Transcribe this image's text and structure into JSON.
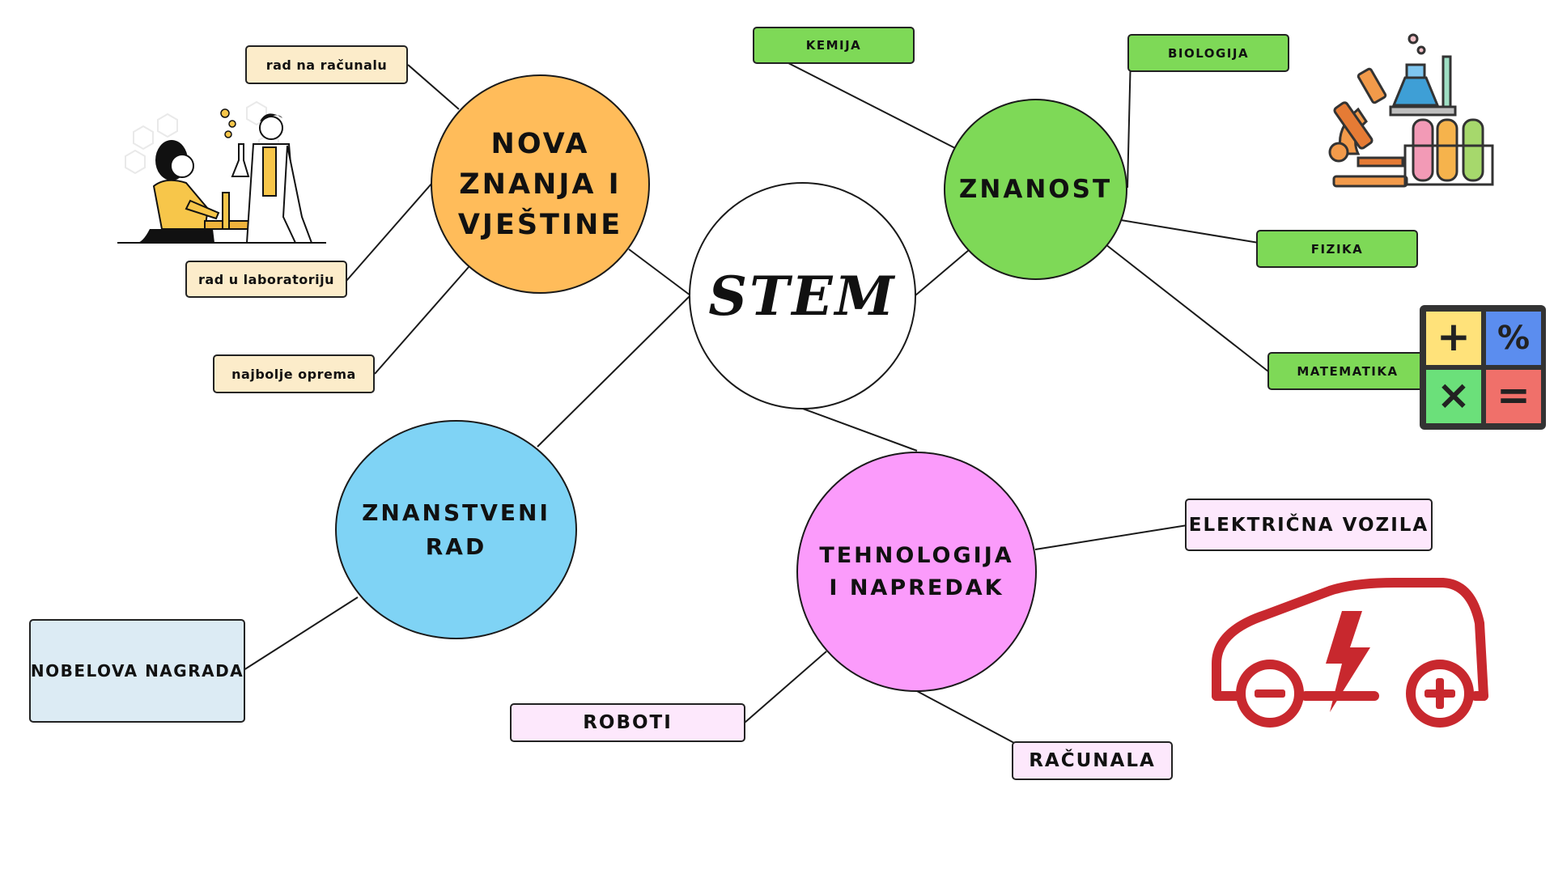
{
  "center": {
    "label": "STEM"
  },
  "hubs": {
    "nova": "NOVA\nZNANJA I\nVJEŠTINE",
    "znanost": "ZNANOST",
    "znanstveni": "ZNANSTVENI\nRAD",
    "tehnologija": "TEHNOLOGIJA\nI NAPREDAK"
  },
  "nova_items": [
    "rad na računalu",
    "rad u laboratoriju",
    "najbolje oprema"
  ],
  "znanost_items": [
    "KEMIJA",
    "BIOLOGIJA",
    "FIZIKA",
    "MATEMATIKA"
  ],
  "znanstveni_items": [
    "NOBELOVA NAGRADA"
  ],
  "tehnologija_items": [
    "ELEKTRIČNA VOZILA",
    "ROBOTI",
    "RAČUNALA"
  ],
  "calculator_symbols": [
    "+",
    "%",
    "×",
    "="
  ],
  "colors": {
    "nova": "#ffbc5a",
    "znanost": "#7ed957",
    "znanstveni": "#7fd3f5",
    "tehnologija": "#fb9bfb",
    "car": "#c8282e"
  },
  "icons": [
    "scientists-illustration",
    "lab-equipment-icon",
    "calculator-icon",
    "electric-car-icon"
  ]
}
